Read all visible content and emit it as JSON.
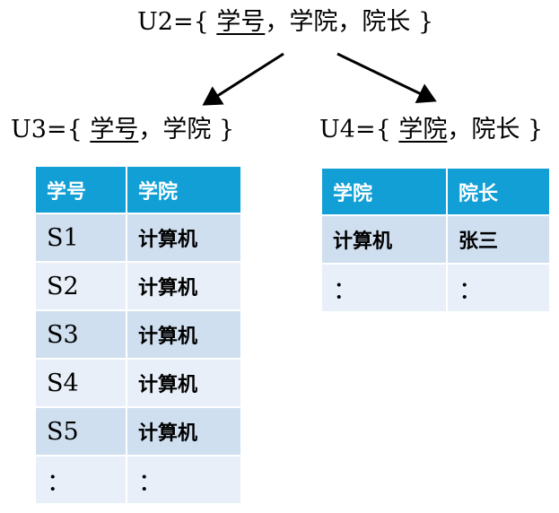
{
  "schemas": {
    "u2": {
      "name": "U2",
      "eq": "=",
      "open": "{",
      "key": "学号",
      "sep1": "，",
      "attr2": "学院",
      "sep2": "，",
      "attr3": "院长",
      "close": "}"
    },
    "u3": {
      "name": "U3",
      "eq": "=",
      "open": "{",
      "key": "学号",
      "sep1": "，",
      "attr2": "学院",
      "close": "}"
    },
    "u4": {
      "name": "U4",
      "eq": "=",
      "open": "{",
      "key": "学院",
      "sep1": "，",
      "attr2": "院长",
      "close": "}"
    }
  },
  "table_u3": {
    "headers": [
      "学号",
      "学院"
    ],
    "rows": [
      [
        "S1",
        "计算机"
      ],
      [
        "S2",
        "计算机"
      ],
      [
        "S3",
        "计算机"
      ],
      [
        "S4",
        "计算机"
      ],
      [
        "S5",
        "计算机"
      ],
      [
        "：",
        "："
      ]
    ]
  },
  "table_u4": {
    "headers": [
      "学院",
      "院长"
    ],
    "rows": [
      [
        "计算机",
        "张三"
      ],
      [
        "：",
        "："
      ]
    ]
  },
  "colors": {
    "header_bg": "#119fd6",
    "row_dark": "#cfdff0",
    "row_light": "#e8eff8",
    "arrow": "#000000"
  }
}
